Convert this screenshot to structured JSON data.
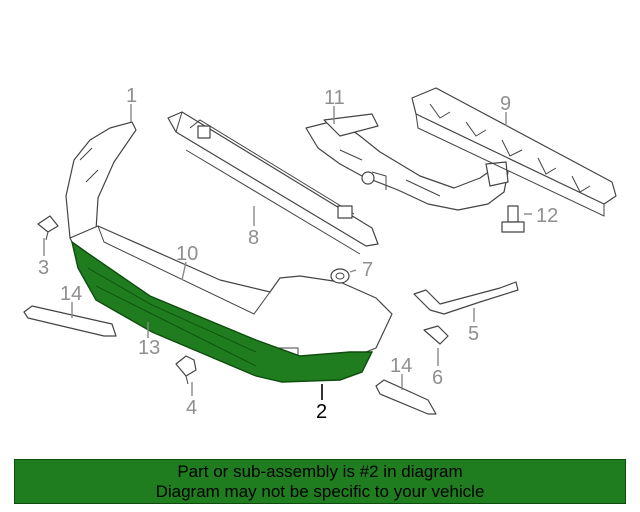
{
  "callouts": {
    "c1": "1",
    "c2": "2",
    "c3": "3",
    "c4": "4",
    "c5": "5",
    "c6": "6",
    "c7": "7",
    "c8": "8",
    "c9": "9",
    "c10": "10",
    "c11": "11",
    "c12": "12",
    "c13": "13",
    "c14a": "14",
    "c14b": "14"
  },
  "highlight": {
    "part": "2",
    "color": "#1f7d1f"
  },
  "banner": {
    "line1": "Part or sub-assembly is #2 in diagram",
    "line2": "Diagram may not be specific to your vehicle",
    "background": "#1f7d1f"
  }
}
